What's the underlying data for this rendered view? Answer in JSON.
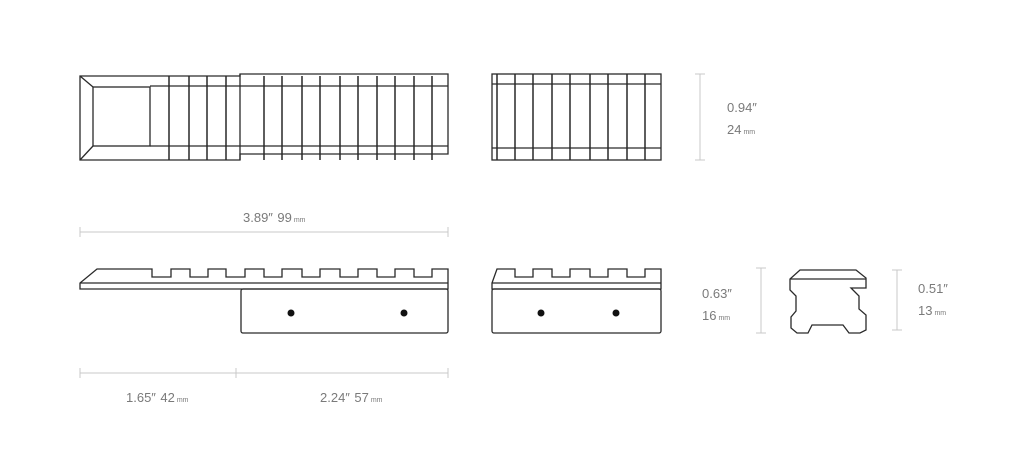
{
  "dimensions": {
    "total_length": {
      "inch": "3.89″",
      "mm": "99",
      "unit": "mm"
    },
    "rail_height": {
      "inch": "0.94″",
      "mm": "24",
      "unit": "mm"
    },
    "side_height": {
      "inch": "0.63″",
      "mm": "16",
      "unit": "mm"
    },
    "end_height": {
      "inch": "0.51″",
      "mm": "13",
      "unit": "mm"
    },
    "front_length": {
      "inch": "1.65″",
      "mm": "42",
      "unit": "mm"
    },
    "base_length": {
      "inch": "2.24″",
      "mm": "57",
      "unit": "mm"
    }
  },
  "colors": {
    "line": "#2a2a2a",
    "dimension": "#c9c9c9",
    "label": "#7a7a7a"
  }
}
